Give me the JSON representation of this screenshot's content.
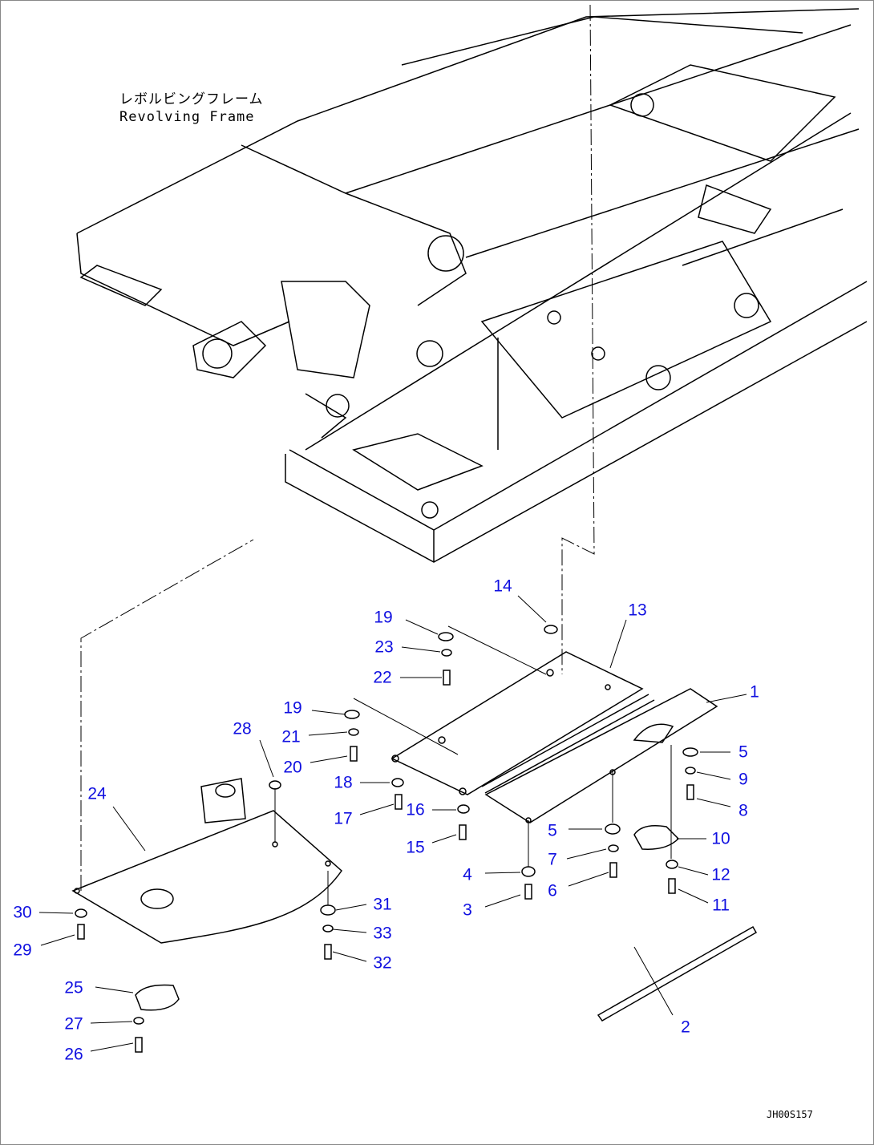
{
  "frame_label": {
    "jp": "レボルビングフレーム",
    "en": "Revolving Frame"
  },
  "drawing_code": "JH00S157",
  "callout_color": "#1010e0",
  "callouts": [
    "14",
    "13",
    "19",
    "23",
    "22",
    "1",
    "19",
    "21",
    "20",
    "28",
    "5",
    "9",
    "18",
    "8",
    "17",
    "16",
    "24",
    "15",
    "5",
    "10",
    "7",
    "4",
    "12",
    "6",
    "3",
    "11",
    "30",
    "31",
    "33",
    "29",
    "32",
    "25",
    "2",
    "27",
    "26"
  ]
}
